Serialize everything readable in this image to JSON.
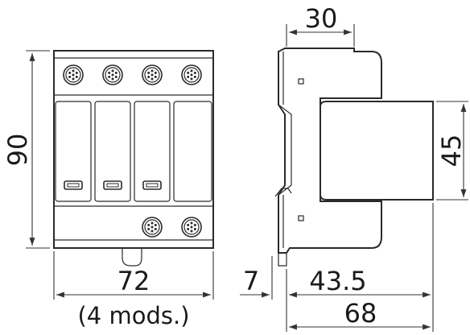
{
  "dimensions": {
    "front_height": "90",
    "front_width": "72",
    "front_width_note": "(4 mods.)",
    "side_top_width": "30",
    "side_module_height": "45",
    "side_left_offset": "7",
    "side_body_depth": "43.5",
    "side_total_depth": "68"
  },
  "colors": {
    "line": "#2a2a2a",
    "fill": "#ffffff"
  },
  "icons": {
    "terminal_screw": "terminal-screw-icon",
    "status_window": "status-window-icon"
  }
}
